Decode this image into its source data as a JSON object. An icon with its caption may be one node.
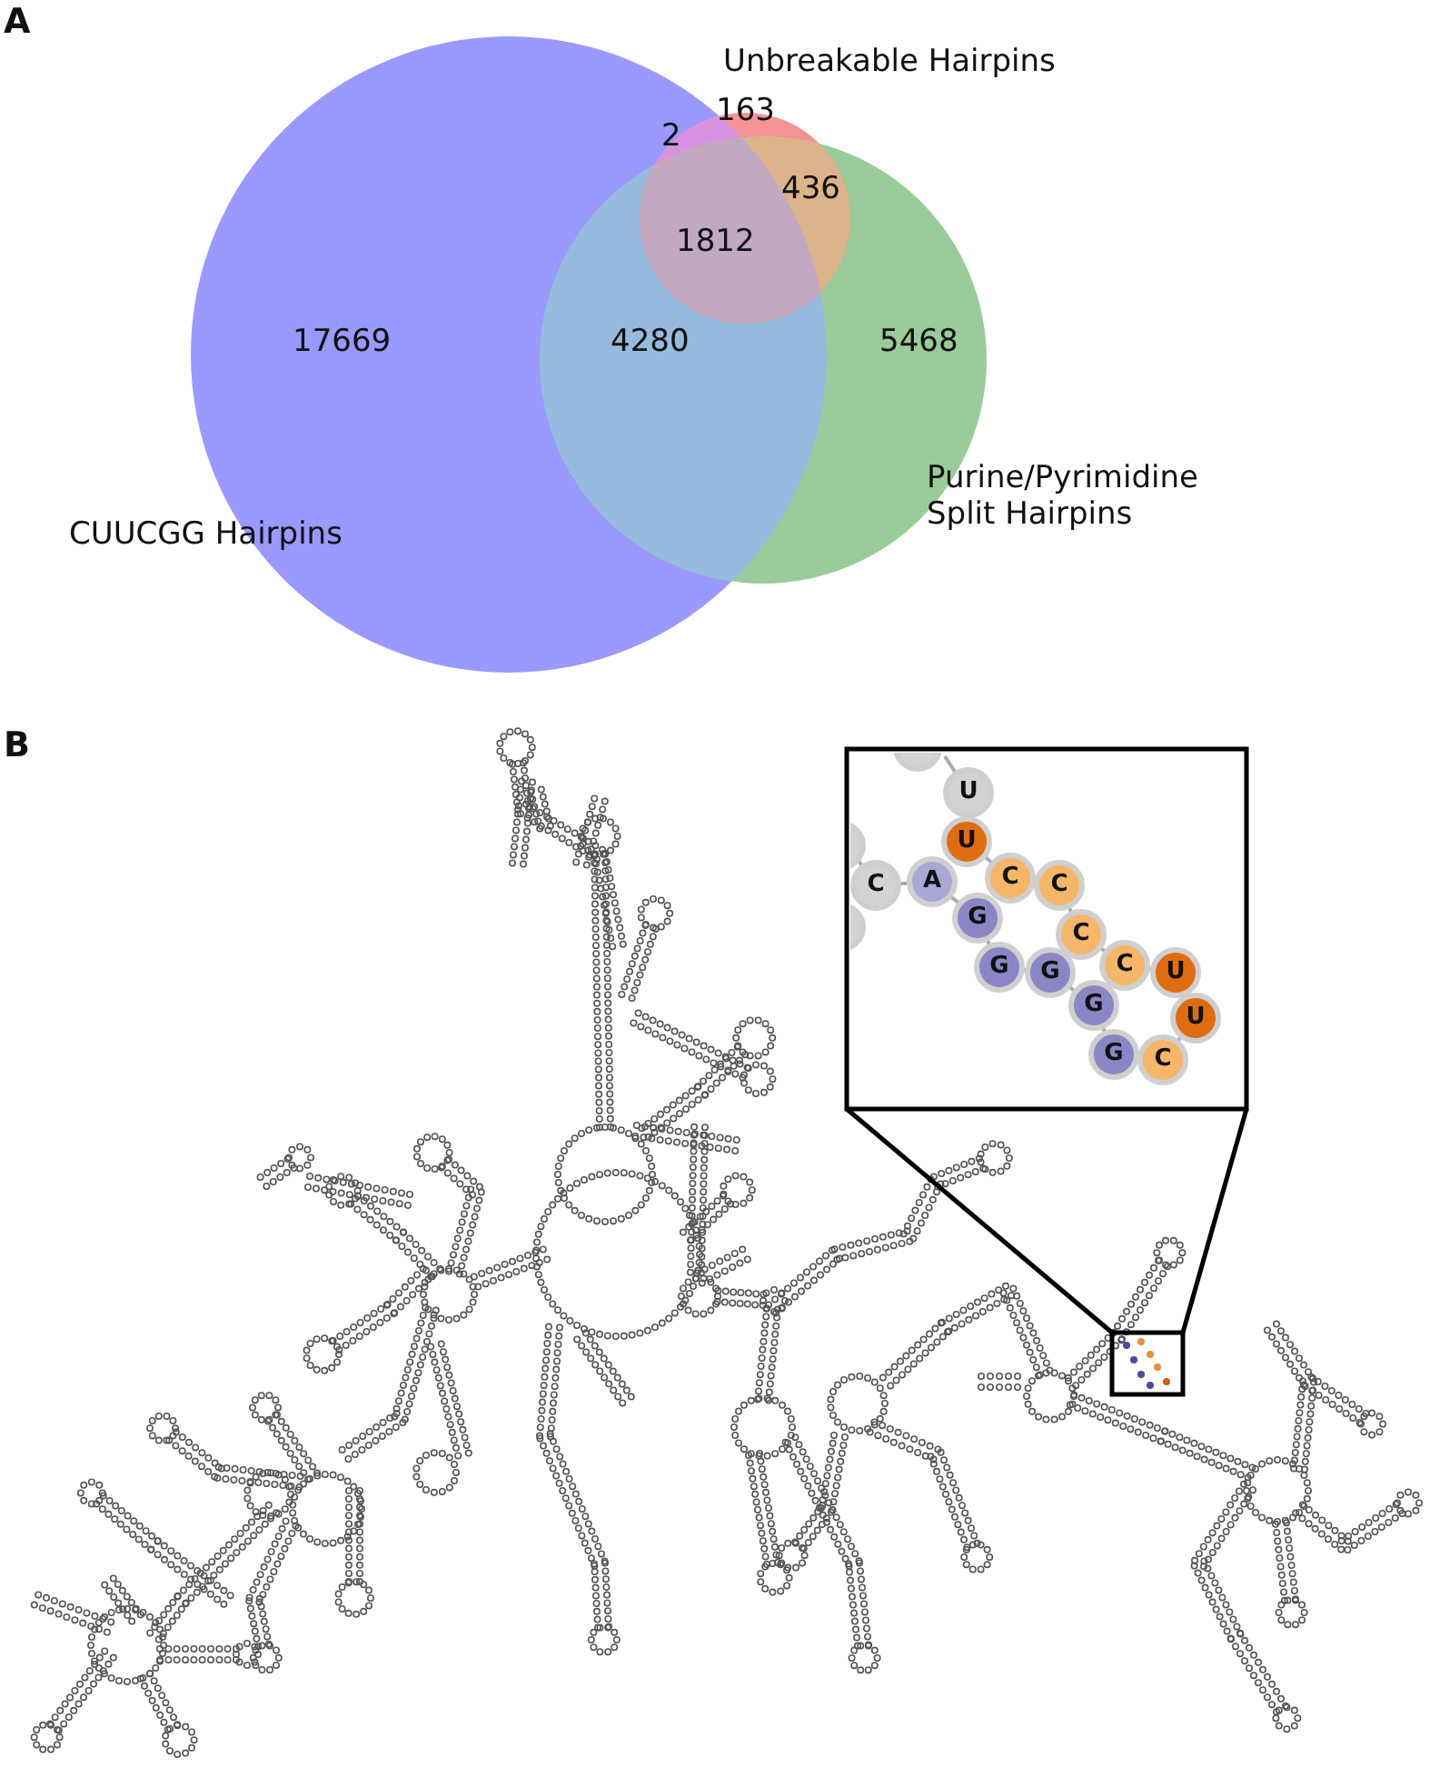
{
  "diagram": {
    "nodes": [
      {
        "text": [],
        "shape": "box"
      },
      {
        "text": [],
        "shape": "box"
      }
    ],
    "edges": [
      {
        "from": 1,
        "to": 0,
        "arrow": "none"
      },
      {
        "from": 1,
        "to": 0,
        "arrow": "none"
      }
    ],
    "labels": [
      "A",
      "Unbreakable Hairpins",
      "163",
      "2",
      "436",
      "1812",
      "17669",
      "4280",
      "5468",
      "Purine/Pyrimidine Split Hairpins",
      "CUUCGG Hairpins",
      "B",
      "U",
      "U",
      "C",
      "A",
      "C",
      "C",
      "G",
      "C",
      "G",
      "G",
      "C",
      "U",
      "G",
      "U",
      "G",
      "C"
    ]
  }
}
